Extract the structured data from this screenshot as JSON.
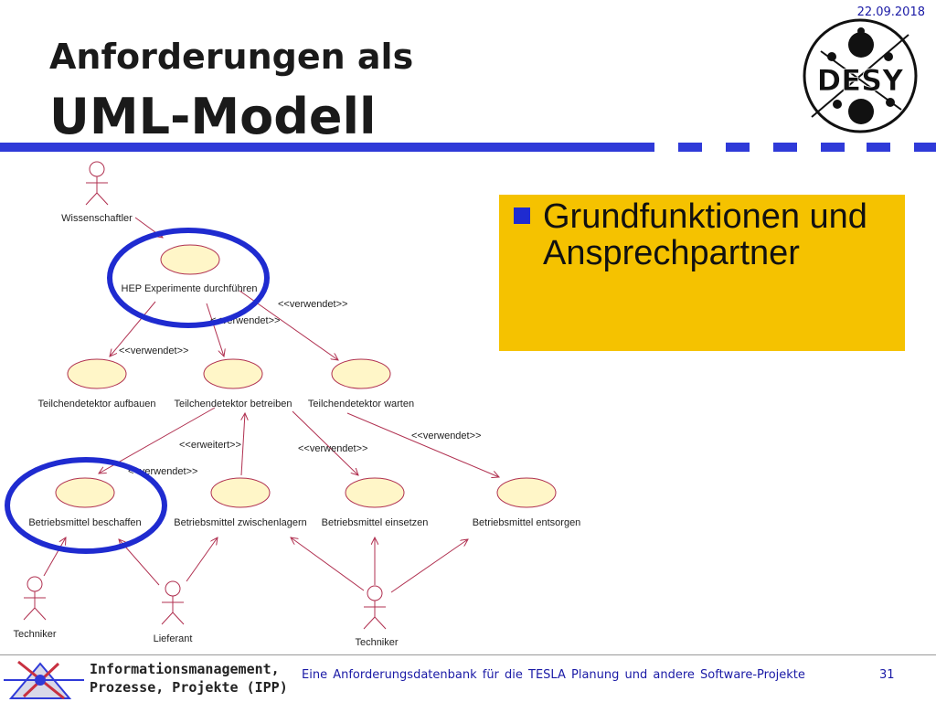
{
  "header": {
    "date": "22.09.2018",
    "title_line1": "Anforderungen als",
    "title_line2": "UML-Modell",
    "logo_text": "DESY"
  },
  "colors": {
    "accent_blue": "#2f3ad8",
    "highlight_yellow": "#f5c200",
    "usecase_fill": "#fff6c8",
    "diagram_line": "#b03050"
  },
  "bullet": {
    "text": "Grundfunktionen und Ansprechpartner"
  },
  "diagram": {
    "actors": {
      "wissenschaftler": "Wissenschaftler",
      "techniker_left": "Techniker",
      "lieferant": "Lieferant",
      "techniker_bottom": "Techniker"
    },
    "usecases": {
      "hep": "HEP Experimente durchführen",
      "aufbauen": "Teilchendetektor aufbauen",
      "betreiben": "Teilchendetektor betreiben",
      "warten": "Teilchendetektor warten",
      "beschaffen": "Betriebsmittel beschaffen",
      "zwischenlagern": "Betriebsmittel zwischenlagern",
      "einsetzen": "Betriebsmittel einsetzen",
      "entsorgen": "Betriebsmittel entsorgen"
    },
    "stereotypes": {
      "s1": "<<verwendet>>",
      "s2": "<<verwendet>>",
      "s3": "<<verwendet>>",
      "s4": "<<erweitert>>",
      "s5": "<<verwendet>>",
      "s6": "<<verwendet>>",
      "s7": "<<verwendet>>"
    }
  },
  "footer": {
    "org_line1": "Informationsmanagement,",
    "org_line2": "Prozesse, Projekte (IPP)",
    "center_text": "Eine Anforderungsdatenbank für die TESLA Planung und andere Software-Projekte",
    "page": "31"
  }
}
